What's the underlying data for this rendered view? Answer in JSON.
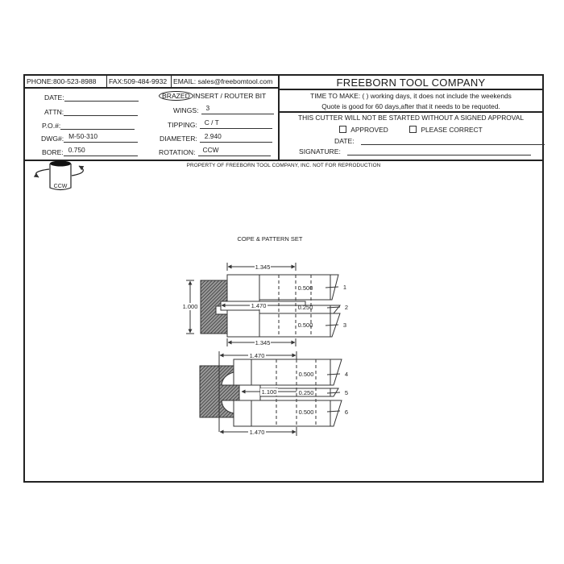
{
  "contact": {
    "phone": "PHONE:800-523-8988",
    "fax": "FAX:509-484-9932",
    "email": "EMAIL: sales@freebomtool.com"
  },
  "company_name": "FREEBORN TOOL COMPANY",
  "form_left": {
    "date_label": "DATE:",
    "date_value": "",
    "attn_label": "ATTN:",
    "attn_value": "",
    "po_label": "P.O.#:",
    "po_value": "",
    "dwg_label": "DWG#:",
    "dwg_value": "M-50-310",
    "bore_label": "BORE:",
    "bore_value": "0.750"
  },
  "form_mid": {
    "type_brazed": "BRAZED",
    "type_rest": "INSERT /  ROUTER BIT",
    "wings_label": "WINGS:",
    "wings_value": "3",
    "tipping_label": "TIPPING:",
    "tipping_value": "C / T",
    "diameter_label": "DIAMETER:",
    "diameter_value": "2.940",
    "rotation_label": "ROTATION:",
    "rotation_value": "CCW"
  },
  "terms": {
    "time_to_make": "TIME TO MAKE: (      ) working days, it does not include the weekends",
    "quote": "Quote is good for 60 days,after that it needs to be requoted.",
    "approval_notice": "THIS CUTTER WILL NOT BE STARTED WITHOUT A SIGNED APPROVAL",
    "approved_label": "APPROVED",
    "please_correct_label": "PLEASE CORRECT",
    "date_label": "DATE:",
    "signature_label": "SIGNATURE:"
  },
  "property_notice": "PROPERTY OF FREEBORN TOOL COMPANY, INC.   NOT FOR REPRODUCTION",
  "rotation_icon": {
    "icon": "ccw-rotation-cylinder-icon",
    "label": "CCW"
  },
  "drawing": {
    "title": "COPE & PATTERN SET",
    "set1": {
      "top_width": "1.345",
      "bottom_width": "1.345",
      "height": "1.000",
      "bore_depth": "1.470",
      "cutters": [
        {
          "thickness": "0.500",
          "callout": "1"
        },
        {
          "thickness": "0.250",
          "callout": "2"
        },
        {
          "thickness": "0.500",
          "callout": "3"
        }
      ]
    },
    "set2": {
      "top_width": "1.470",
      "bottom_width": "1.470",
      "bore_depth": "1.100",
      "cutters": [
        {
          "thickness": "0.500",
          "callout": "4"
        },
        {
          "thickness": "0.250",
          "callout": "5"
        },
        {
          "thickness": "0.500",
          "callout": "6"
        }
      ]
    }
  }
}
